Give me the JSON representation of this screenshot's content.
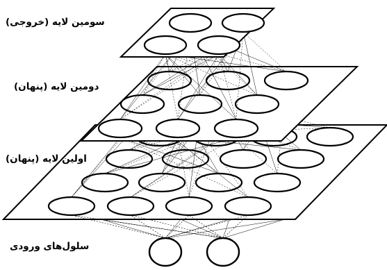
{
  "labels": {
    "output_layer": "سومین لایه (خروجی)",
    "hidden_layer_2": "دومین لایه (پنهان)",
    "hidden_layer_1": "اولین لایه (پنهان)",
    "input_cells": "سلول‌های ورودی"
  },
  "colors": {
    "stroke": "#000000",
    "fill": "#ffffff"
  }
}
